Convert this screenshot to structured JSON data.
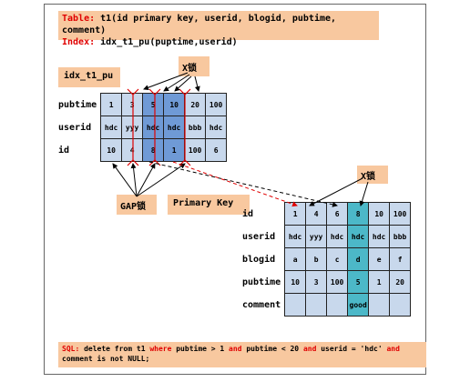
{
  "header": {
    "table_key": "Table:",
    "table_val": " t1(id primary key, userid, blogid, pubtime, comment)",
    "index_key": "Index:",
    "index_val": " idx_t1_pu(puptime,userid)"
  },
  "index_label": "idx_t1_pu",
  "xlock_label": "X锁",
  "gap_label": "GAP锁",
  "pk_label": "Primary Key",
  "index_table": {
    "rows": [
      {
        "label": "pubtime",
        "cells": [
          "1",
          "3",
          "5",
          "10",
          "20",
          "100"
        ]
      },
      {
        "label": "userid",
        "cells": [
          "hdc",
          "yyy",
          "hdc",
          "hdc",
          "bbb",
          "hdc"
        ]
      },
      {
        "label": "id",
        "cells": [
          "10",
          "4",
          "8",
          "1",
          "100",
          "6"
        ]
      }
    ],
    "highlight_cols": [
      2,
      3
    ]
  },
  "pk_table": {
    "rows": [
      {
        "label": "id",
        "cells": [
          "1",
          "4",
          "6",
          "8",
          "10",
          "100"
        ]
      },
      {
        "label": "userid",
        "cells": [
          "hdc",
          "yyy",
          "hdc",
          "hdc",
          "hdc",
          "bbb"
        ]
      },
      {
        "label": "blogid",
        "cells": [
          "a",
          "b",
          "c",
          "d",
          "e",
          "f"
        ]
      },
      {
        "label": "pubtime",
        "cells": [
          "10",
          "3",
          "100",
          "5",
          "1",
          "20"
        ]
      },
      {
        "label": "comment",
        "cells": [
          "",
          "",
          "",
          "good",
          "",
          ""
        ]
      }
    ],
    "highlight_col": 3
  },
  "sql": {
    "prefix": "SQL:",
    "p1": " delete from t1 ",
    "k1": "where",
    "p2": " pubtime > 1 ",
    "k2": "and",
    "p3": " pubtime < 20 ",
    "k3": "and",
    "p4": " userid =  'hdc' ",
    "k4": "and",
    "p5": " comment is not NULL;"
  },
  "colors": {
    "box": "#f8c89f",
    "cell": "#c8d8ec",
    "index_highlight": "#6f9ad6",
    "pk_highlight": "#4cb8c8",
    "red": "#e00000"
  }
}
